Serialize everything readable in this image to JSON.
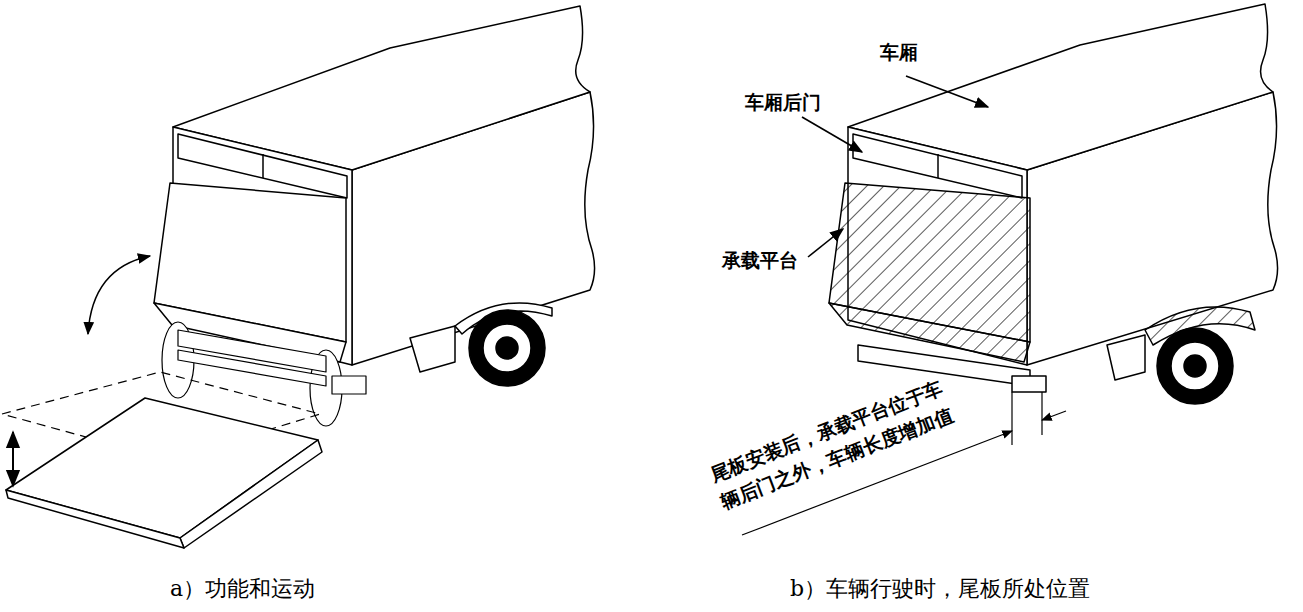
{
  "diagram": {
    "labels": [
      "车厢",
      "车厢后门",
      "承载平台",
      "尾板安装后，承载平台位于车 辆后门之外，车辆长度增加值",
      "a）功能和运动",
      "b）车辆行驶时，尾板所处位置"
    ]
  }
}
